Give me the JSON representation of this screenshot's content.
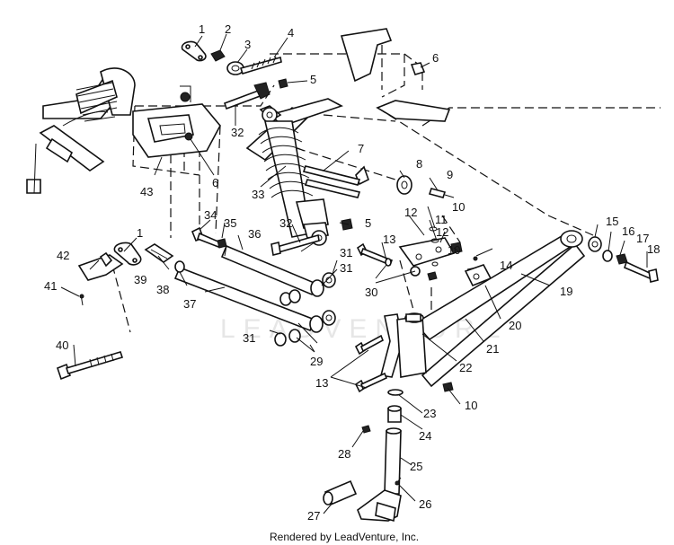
{
  "labels": {
    "p1a": "1",
    "p2": "2",
    "p3": "3",
    "p4": "4",
    "p5a": "5",
    "p6a": "6",
    "p32a": "32",
    "p6b": "6",
    "p43": "43",
    "p7": "7",
    "p8": "8",
    "p9": "9",
    "p33": "33",
    "p10a": "10",
    "p12a": "12",
    "p11": "11",
    "p12b": "12",
    "p10b": "10",
    "p34": "34",
    "p35": "35",
    "p32b": "32",
    "p5b": "5",
    "p1b": "1",
    "p36": "36",
    "p13a": "13",
    "p42": "42",
    "p39": "39",
    "p38": "38",
    "p31a": "31",
    "p31b": "31",
    "p30": "30",
    "p14": "14",
    "p41": "41",
    "p37": "37",
    "p15": "15",
    "p16": "16",
    "p17": "17",
    "p18": "18",
    "p19": "19",
    "p20": "20",
    "p21": "21",
    "p22": "22",
    "p31c": "31",
    "p29": "29",
    "p40": "40",
    "p13b": "13",
    "p10c": "10",
    "p23": "23",
    "p24": "24",
    "p28": "28",
    "p25": "25",
    "p26": "26",
    "p27": "27"
  },
  "footer": "Rendered by LeadVenture, Inc.",
  "watermark": "LEADVENTURE"
}
